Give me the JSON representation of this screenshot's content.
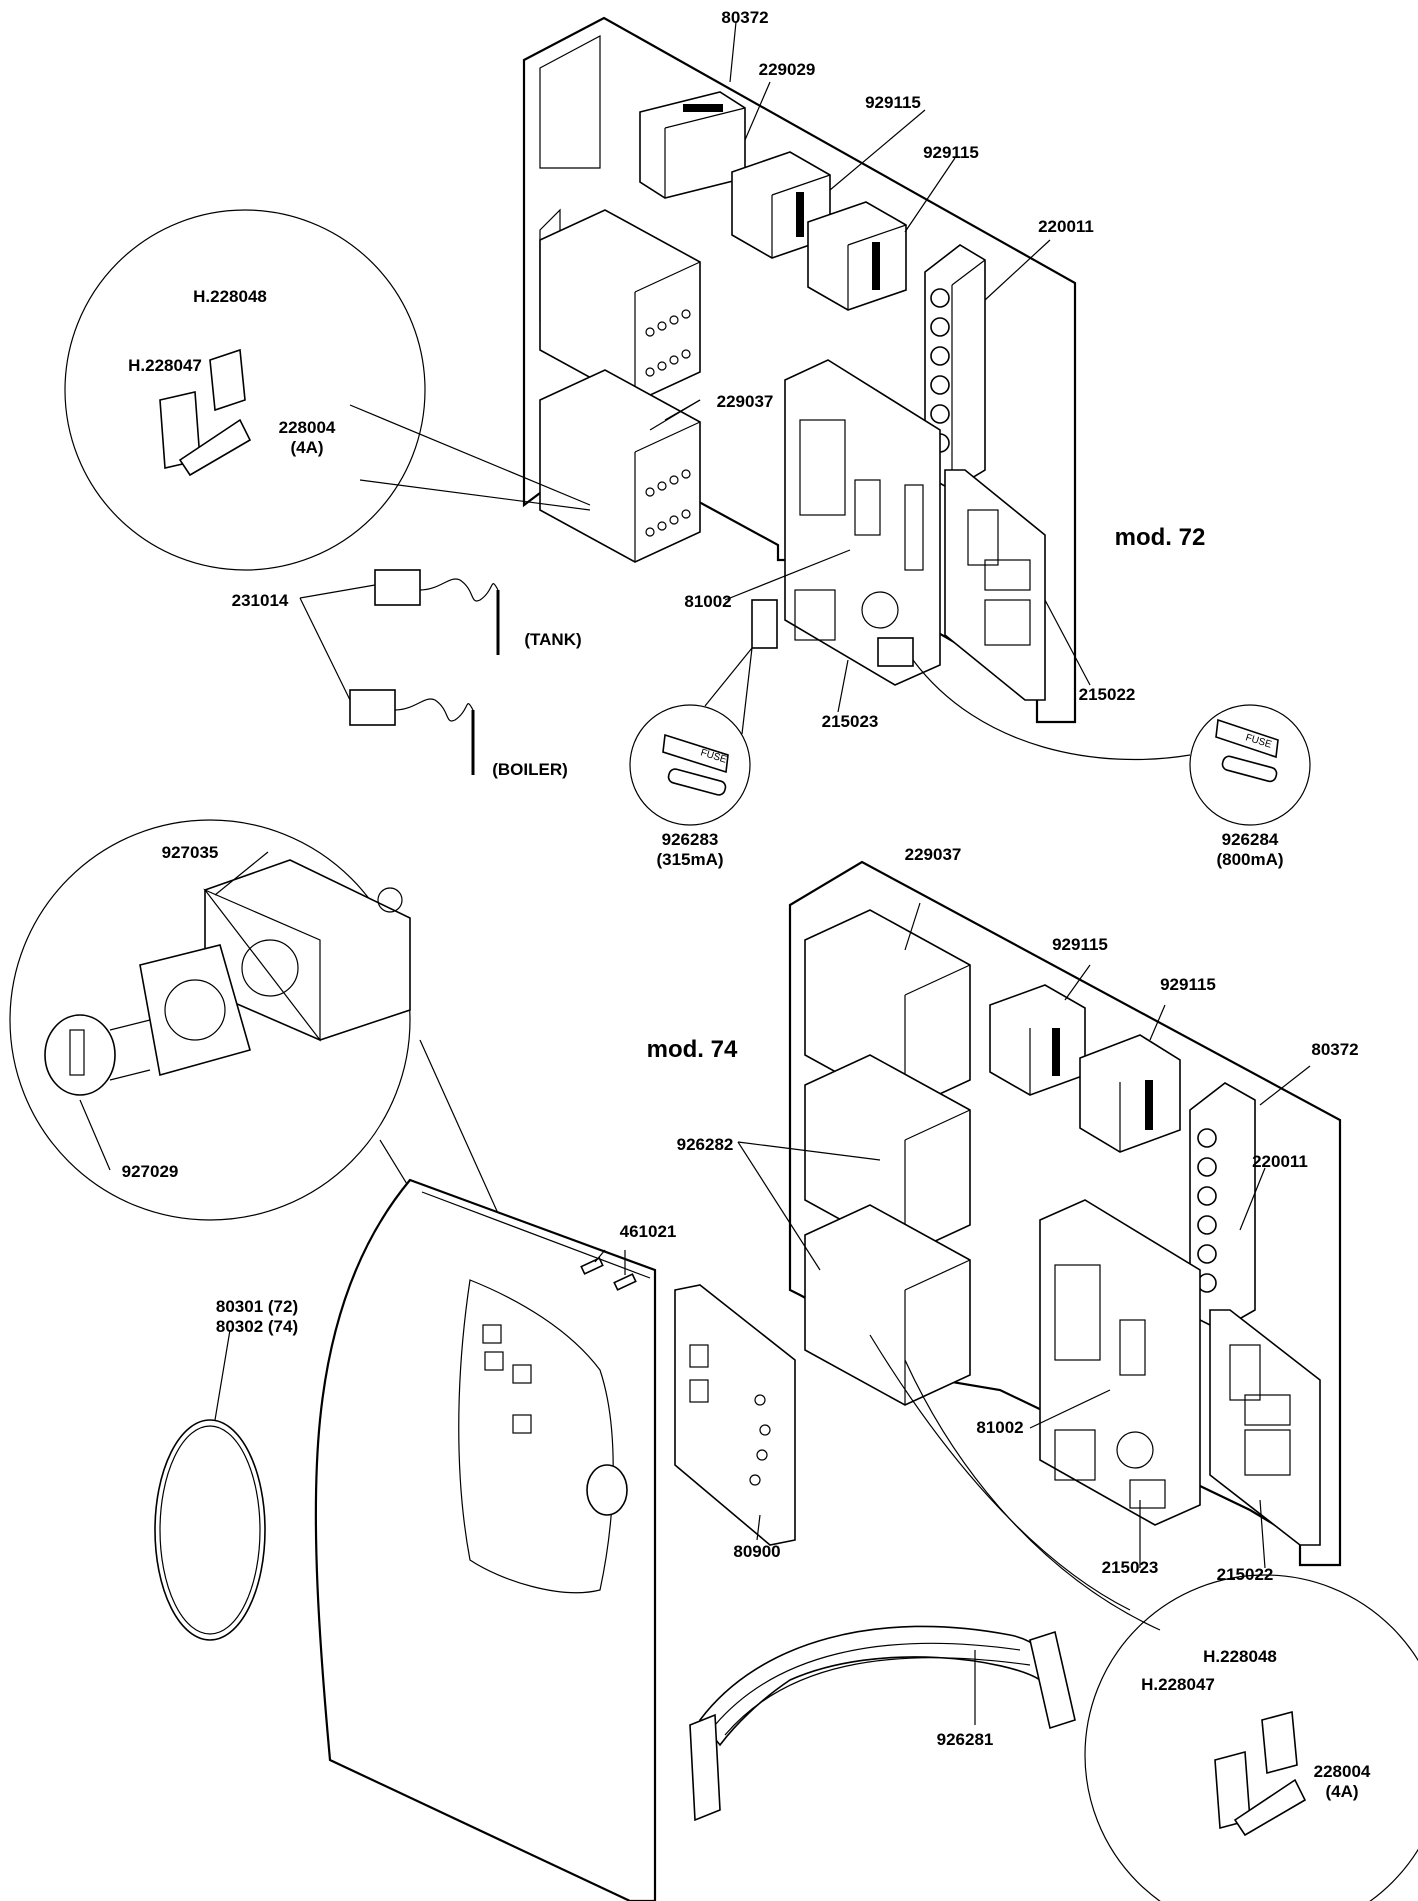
{
  "labels": {
    "p80372_top": "80372",
    "p229029": "229029",
    "p929115_a": "929115",
    "p929115_b": "929115",
    "p220011_top": "220011",
    "h228048_top": "H.228048",
    "h228047_top": "H.228047",
    "p228004_top": "228004\n(4A)",
    "p229037_top": "229037",
    "mod72": "mod. 72",
    "p231014": "231014",
    "tank": "(TANK)",
    "boiler": "(BOILER)",
    "p81002_top": "81002",
    "p215023_top": "215023",
    "p215022_top": "215022",
    "p926283": "926283\n(315mA)",
    "p926284": "926284\n(800mA)",
    "p927035": "927035",
    "p927029": "927029",
    "p229037_bot": "229037",
    "p929115_c": "929115",
    "p929115_d": "929115",
    "mod74": "mod. 74",
    "p80372_bot": "80372",
    "p926282": "926282",
    "p220011_bot": "220011",
    "p461021": "461021",
    "p80301": "80301 (72)\n80302 (74)",
    "p81002_bot": "81002",
    "p80900": "80900",
    "p215023_bot": "215023",
    "p215022_bot": "215022",
    "h228048_bot": "H.228048",
    "h228047_bot": "H.228047",
    "p926281": "926281",
    "p228004_bot": "228004\n(4A)",
    "fuse_text": "FUSE"
  }
}
